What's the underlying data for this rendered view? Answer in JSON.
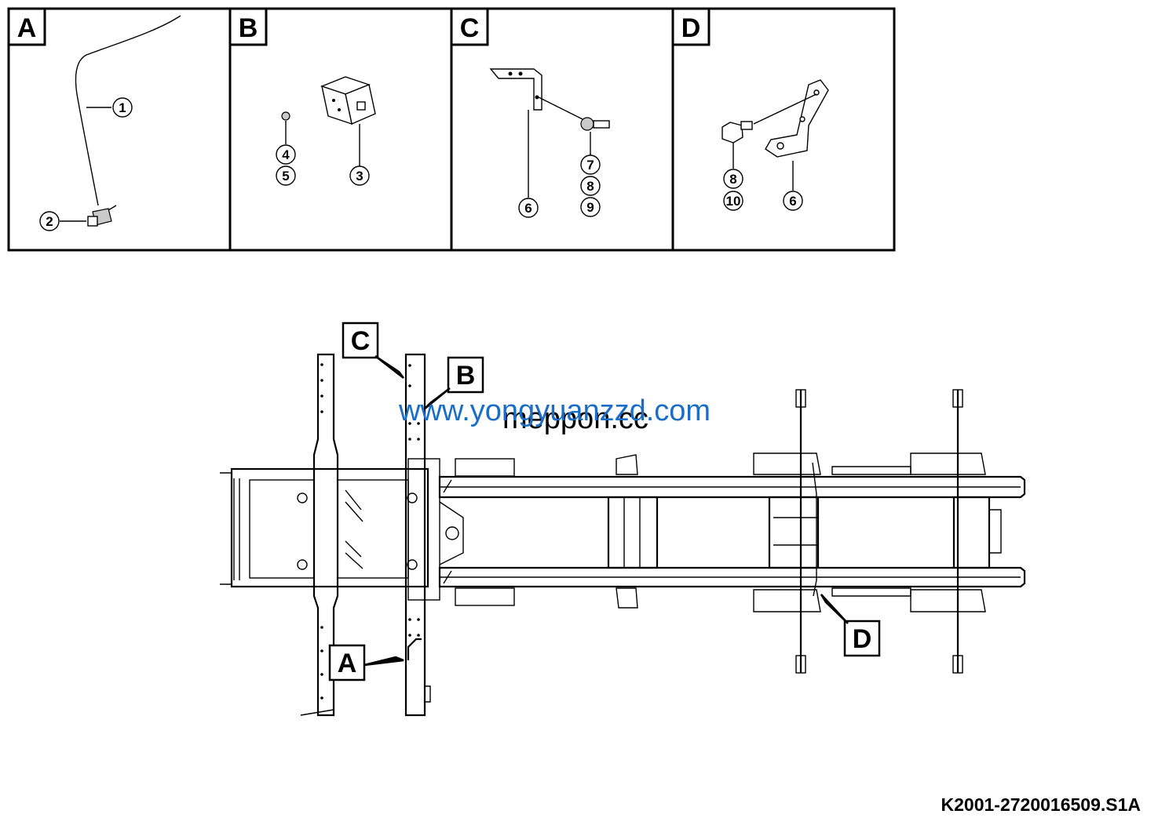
{
  "panels": [
    {
      "letter": "A",
      "callouts": [
        "1",
        "2"
      ]
    },
    {
      "letter": "B",
      "callouts": [
        "4",
        "5",
        "3"
      ]
    },
    {
      "letter": "C",
      "callouts": [
        "6",
        "7",
        "8",
        "9"
      ]
    },
    {
      "letter": "D",
      "callouts": [
        "8",
        "10",
        "6"
      ]
    }
  ],
  "view_labels": {
    "a": "A",
    "b": "B",
    "c": "C",
    "d": "D"
  },
  "watermarks": {
    "blue": "www.yongyuanzzd.com",
    "black": "meppon.cc",
    "blue_color": "#1a6ec8"
  },
  "drawing_number": "K2001-2720016509.S1A"
}
